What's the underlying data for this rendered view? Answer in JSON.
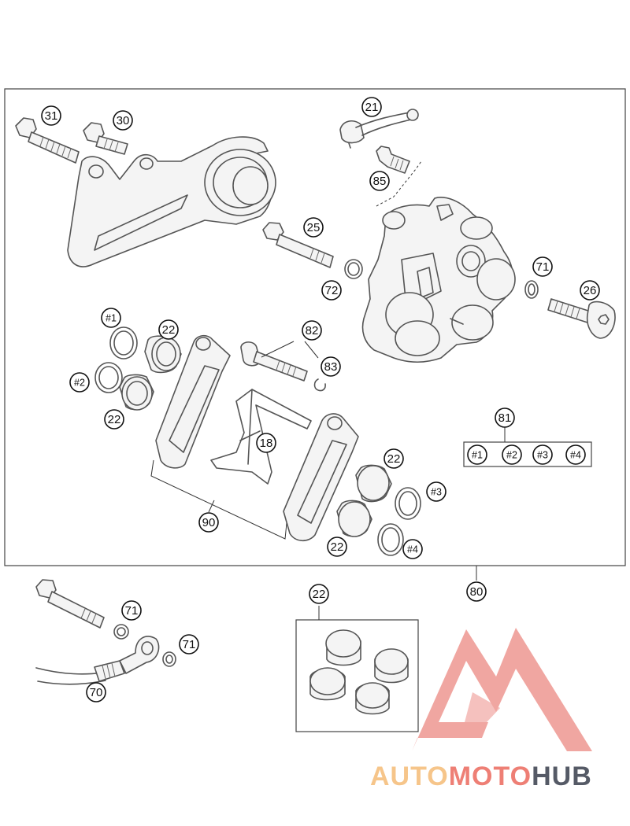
{
  "callouts": {
    "c31": "31",
    "c30": "30",
    "c21": "21",
    "c85": "85",
    "c25": "25",
    "c72": "72",
    "c71a": "71",
    "c26": "26",
    "c1a": "#1",
    "c22a": "22",
    "c82": "82",
    "c83": "83",
    "c2a": "#2",
    "c22b": "22",
    "c18": "18",
    "c81": "81",
    "c1b": "#1",
    "c2b": "#2",
    "c3b": "#3",
    "c4b": "#4",
    "c22c": "22",
    "c3a": "#3",
    "c90": "90",
    "c22d": "22",
    "c4a": "#4",
    "c80": "80",
    "c22e": "22",
    "c71b": "71",
    "c71c": "71",
    "c70": "70"
  },
  "watermark": {
    "part1": "AUTO",
    "part2": "MOTO",
    "part3": "HUB",
    "colors": {
      "light": "#f6c58a",
      "mid": "#ee7f75",
      "dark": "#555a66",
      "mark": "#f0a29c"
    }
  },
  "colors": {
    "line": "#555555",
    "ink": "#111111"
  }
}
